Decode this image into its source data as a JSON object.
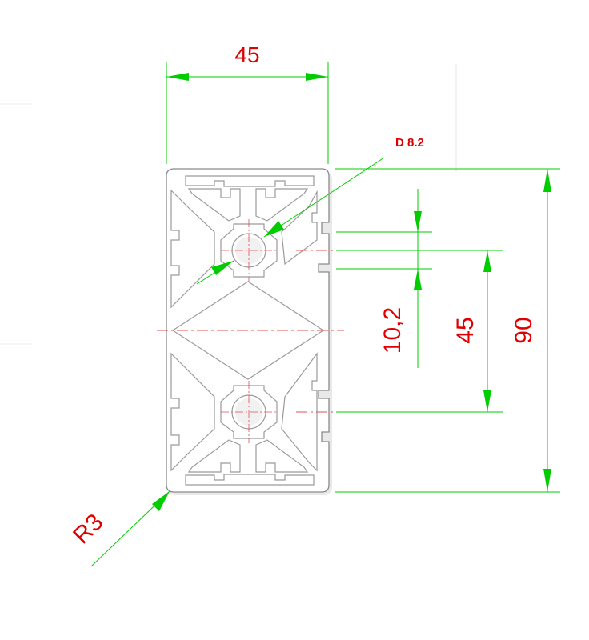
{
  "dimensions": {
    "width_top": "45",
    "bore_label": "D 8.2",
    "slot_offset": "10,2",
    "center_distance": "45",
    "height_total": "90",
    "corner_radius": "R3"
  },
  "colors": {
    "dimension_text": "#e00000",
    "dimension_line": "#00cc00",
    "profile_outline": "#8a8a8a",
    "center_line": "#e05050"
  }
}
